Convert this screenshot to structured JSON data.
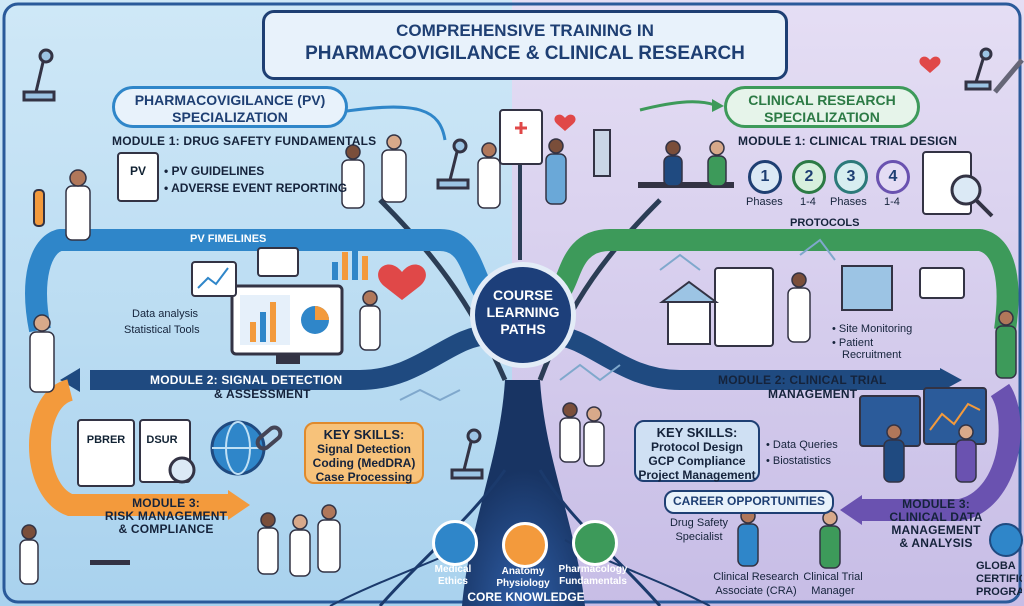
{
  "title": {
    "line1": "COMPREHENSIVE TRAINING IN",
    "line2": "PHARMACOVIGILANCE & CLINICAL RESEARCH"
  },
  "center": {
    "line1": "COURSE",
    "line2": "LEARNING",
    "line3": "PATHS"
  },
  "pv": {
    "header_line1": "PHARMACOVIGILANCE (PV)",
    "header_line2": "SPECIALIZATION",
    "module1": "MODULE 1: DRUG SAFETY FUNDAMENTALS",
    "clipboard_label": "PV",
    "bullet1": "• PV GUIDELINES",
    "bullet2": "• ADVERSE EVENT REPORTING",
    "timelines": "PV FIMELINES",
    "data_analysis": "Data analysis",
    "statistical_tools": "Statistical Tools",
    "module2_line1": "MODULE 2: SIGNAL DETECTION",
    "module2_line2": "& ASSESSMENT",
    "doc1": "PBRER",
    "doc2": "DSUR",
    "skills_title": "KEY SKILLS:",
    "skill1": "Signal Detection",
    "skill2": "Coding (MedDRA)",
    "skill3": "Case Processing",
    "module3_line1": "MODULE 3:",
    "module3_line2": "RISK MANAGEMENT",
    "module3_line3": "& COMPLIANCE"
  },
  "cr": {
    "header_line1": "CLINICAL RESEARCH",
    "header_line2": "SPECIALIZATION",
    "module1": "MODULE 1: CLINICAL TRIAL DESIGN",
    "phases": [
      "1",
      "2",
      "3",
      "4"
    ],
    "phase_label1": "Phases",
    "phase_range1": "1-4",
    "phase_label2": "Phases",
    "phase_range2": "1-4",
    "protocols": "PROTOCOLS",
    "site_monitoring": "• Site Monitoring",
    "patient_line1": "• Patient",
    "patient_line2": "Recruitment",
    "module2_line1": "MODULE 2: CLINICAL TRIAL",
    "module2_line2": "MANAGEMENT",
    "skills_title": "KEY SKILLS:",
    "skill1": "Protocol Design",
    "skill2": "GCP Compliance",
    "skill3": "Project Management",
    "data_queries": "• Data Queries",
    "biostatistics": "• Biostatistics",
    "career_title": "CAREER OPPORTUNITIES",
    "career1_line1": "Drug Safety",
    "career1_line2": "Specialist",
    "career2_line1": "Clinical Research",
    "career2_line2": "Associate (CRA)",
    "career3_line1": "Clinical Trial",
    "career3_line2": "Manager",
    "module3_line1": "MODULE 3:",
    "module3_line2": "CLINICAL DATA",
    "module3_line3": "MANAGEMENT",
    "module3_line4": "& ANALYSIS",
    "global_line1": "GLOBA",
    "global_line2": "CERTIFICA",
    "global_line3": "PROGRA"
  },
  "core": {
    "title": "CORE KNOWLEDGE",
    "item1_line1": "Medical",
    "item1_line2": "Ethics",
    "item2_line1": "Anatomy",
    "item2_line2": "Physiology",
    "item3_line1": "Pharmacology",
    "item3_line2": "Fundamentals"
  },
  "colors": {
    "pv_bg": "#bfe0f5",
    "cr_bg": "#d9d2ee",
    "navy": "#1e3f73",
    "pv_arrow": "#2f86c9",
    "cr_arrow": "#3d9a5a",
    "orange": "#f39a3c",
    "purple": "#6a52b0",
    "skills_orange": "#f7c27a",
    "skills_blue": "#cfe0f3"
  }
}
